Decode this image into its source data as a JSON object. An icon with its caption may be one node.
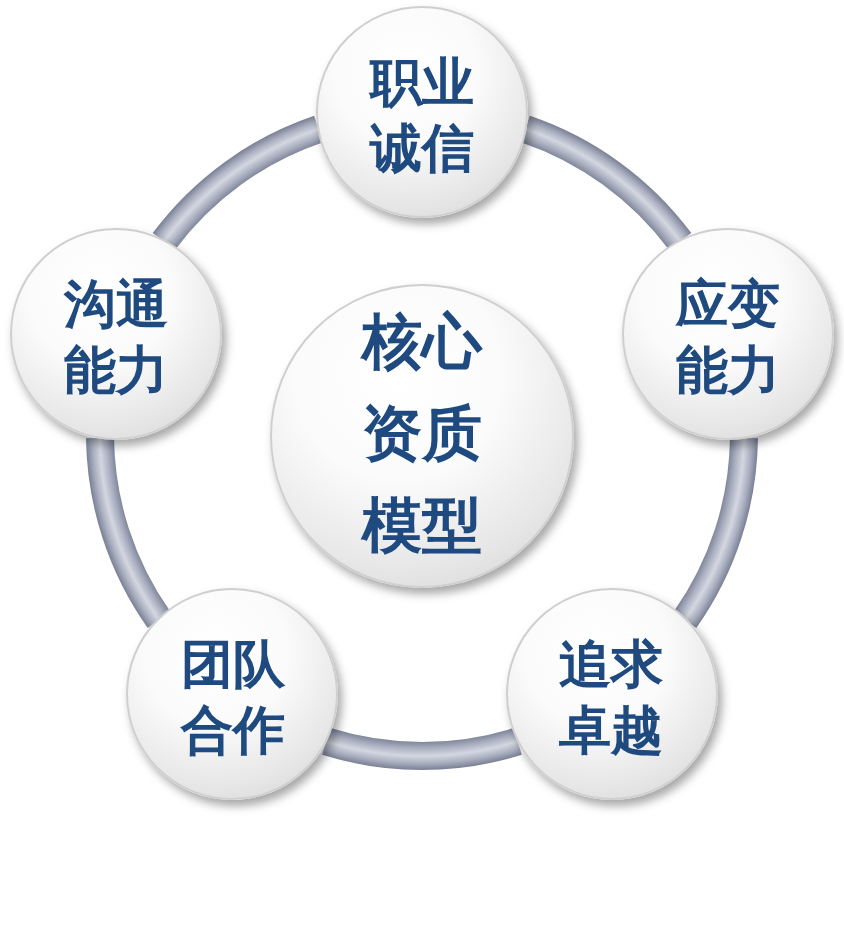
{
  "diagram": {
    "nodes": [
      {
        "text": [
          "职业诚信"
        ]
      },
      {
        "text": [
          "沟通能力"
        ]
      },
      {
        "text": [
          "应变能力"
        ]
      },
      {
        "text": [
          "核心资质模型"
        ]
      },
      {
        "text": [
          "团队合作"
        ]
      },
      {
        "text": [
          "追求卓越"
        ]
      }
    ],
    "edges": [
      {
        "from": 0,
        "to": 2,
        "arrow": "none"
      },
      {
        "from": 2,
        "to": 5,
        "arrow": "none"
      },
      {
        "from": 5,
        "to": 4,
        "arrow": "none"
      },
      {
        "from": 4,
        "to": 1,
        "arrow": "none"
      },
      {
        "from": 1,
        "to": 0,
        "arrow": "none"
      }
    ]
  }
}
